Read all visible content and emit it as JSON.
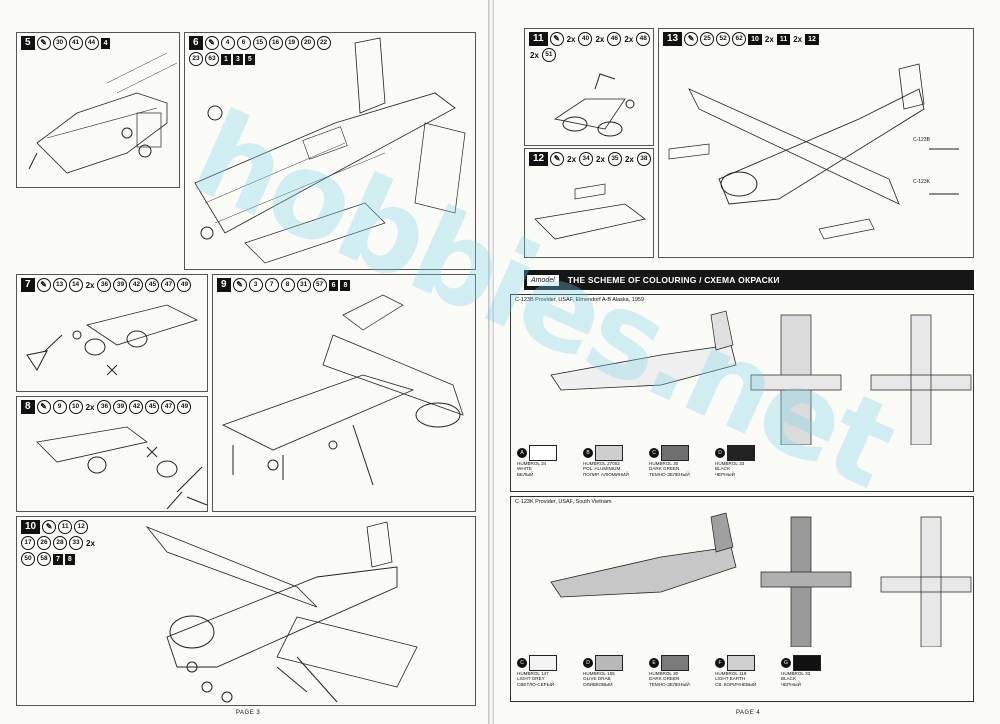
{
  "left_page": {
    "page_label": "PAGE 3",
    "steps": [
      {
        "id": "step-5",
        "number": "5",
        "parts": [
          "30",
          "41",
          "44"
        ],
        "boxes": [
          "4"
        ]
      },
      {
        "id": "step-6",
        "number": "6",
        "parts": [
          "4",
          "6",
          "15",
          "16",
          "19",
          "20",
          "22",
          "23",
          "63"
        ],
        "boxes": [
          "1",
          "3",
          "5"
        ]
      },
      {
        "id": "step-7",
        "number": "7",
        "parts": [
          "13",
          "14",
          "36",
          "39",
          "42",
          "45",
          "47",
          "49"
        ],
        "multiplier": "2x"
      },
      {
        "id": "step-8",
        "number": "8",
        "parts": [
          "9",
          "10",
          "36",
          "39",
          "42",
          "45",
          "47",
          "49"
        ],
        "multiplier": "2x"
      },
      {
        "id": "step-9",
        "number": "9",
        "parts": [
          "3",
          "7",
          "8",
          "31",
          "57"
        ],
        "boxes": [
          "6",
          "8"
        ]
      },
      {
        "id": "step-10",
        "number": "10",
        "parts": [
          "11",
          "12",
          "17",
          "26",
          "28",
          "33",
          "50",
          "58"
        ],
        "multiplier": "2x",
        "boxes": [
          "7",
          "8"
        ]
      }
    ]
  },
  "right_page": {
    "page_label": "PAGE 4",
    "steps": [
      {
        "id": "step-11",
        "number": "11",
        "parts": [
          "40",
          "46",
          "48",
          "51"
        ],
        "multiplier": "2x"
      },
      {
        "id": "step-12",
        "number": "12",
        "parts": [
          "34",
          "35",
          "38"
        ],
        "multiplier": "2x"
      },
      {
        "id": "step-13",
        "number": "13",
        "parts": [
          "25",
          "52",
          "62",
          "10",
          "11",
          "12"
        ],
        "multiplier": "2x",
        "variants": [
          "C-123B",
          "C-123K"
        ]
      }
    ],
    "banner": {
      "logo": "Amodel",
      "title": "THE SCHEME OF COLOURING / СХЕМА ОКРАСКИ"
    },
    "schemes": [
      {
        "caption": "C-123B Provider, USAF, Elmendorf A-B Alaska, 1959",
        "swatches": [
          {
            "letter": "A",
            "chip_color": "#ffffff",
            "lines": [
              "HUMBROL 34",
              "WHITE",
              "БЕЛЫЙ"
            ]
          },
          {
            "letter": "B",
            "chip_color": "#cfcfcf",
            "lines": [
              "HUMBROL 27002",
              "POL. ALUMINIUM",
              "ПОЛИР. АЛЮМИНИЙ"
            ]
          },
          {
            "letter": "C",
            "chip_color": "#6f6f6f",
            "lines": [
              "HUMBROL 30",
              "DARK GREEN",
              "ТЕМНО-ЗЕЛЕНЫЙ"
            ]
          },
          {
            "letter": "D",
            "chip_color": "#222222",
            "lines": [
              "HUMBROL 33",
              "BLACK",
              "ЧЕРНЫЙ"
            ]
          }
        ]
      },
      {
        "caption": "C-123K Provider, USAF, South Vietnam",
        "swatches": [
          {
            "letter": "C",
            "chip_color": "#f4f4f4",
            "lines": [
              "HUMBROL 147",
              "LIGHT GREY",
              "СВЕТЛО-СЕРЫЙ"
            ]
          },
          {
            "letter": "D",
            "chip_color": "#b9b9b9",
            "lines": [
              "HUMBROL 155",
              "OLIVE DRAB",
              "ОЛИВКОВЫЙ"
            ]
          },
          {
            "letter": "E",
            "chip_color": "#7a7a7a",
            "lines": [
              "HUMBROL 30",
              "DARK GREEN",
              "ТЕМНО-ЗЕЛЕНЫЙ"
            ]
          },
          {
            "letter": "F",
            "chip_color": "#d0d0d0",
            "lines": [
              "HUMBROL 119",
              "LIGHT EARTH",
              "СВ. КОРИЧНЕВЫЙ"
            ]
          },
          {
            "letter": "G",
            "chip_color": "#111111",
            "lines": [
              "HUMBROL 33",
              "BLACK",
              "ЧЕРНЫЙ"
            ]
          }
        ]
      }
    ]
  },
  "watermark": "hobbies.net"
}
